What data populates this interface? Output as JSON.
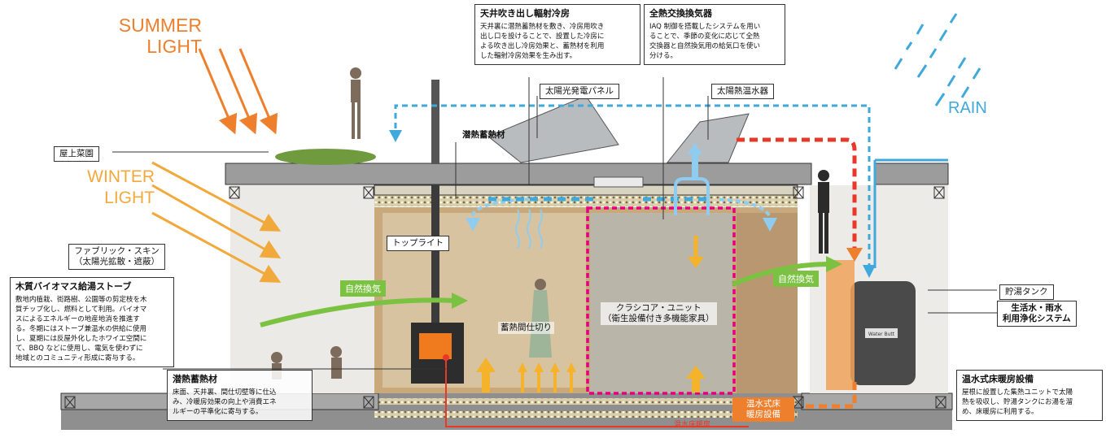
{
  "light": {
    "summer": "SUMMER\nLIGHT",
    "winter": "WINTER\nLIGHT",
    "rain": "RAIN",
    "summer_color": "#ee7f2d",
    "winter_color": "#f2a93b",
    "rain_color": "#3fa9dc"
  },
  "labels": {
    "rooftop_garden": "屋上菜園",
    "solar_panel": "太陽光発電パネル",
    "solar_water_heater": "太陽熱温水器",
    "latent_heat_top": "潜熱蓄熱材",
    "fabric_skin": "ファブリック・スキン\n（太陽光拡散・遮蔽）",
    "top_light": "トップライト",
    "storage_tank": "貯湯タンク",
    "water_system": "生活水・雨水\n利用浄化システム"
  },
  "callouts": {
    "ceiling_cooling": {
      "title": "天井吹き出し輻射冷房",
      "body": "天井裏に潜熱蓄熱材を敷き、冷房用吹き\n出し口を設けることで、設置した冷房に\nよる吹き出し冷房効果と、蓄熱材を利用\nした輻射冷房効果を生み出す。"
    },
    "heat_exchange": {
      "title": "全熱交換換気器",
      "body": "IAQ 制御を搭載したシステムを用い\nることで、季節の変化に応じて全熱\n交換器と自然換気用の給気口を使い\n分ける。"
    },
    "biomass_stove": {
      "title": "木質バイオマス給湯ストーブ",
      "body": "敷地内植栽、街路樹、公園等の剪定枝を木\n質チップ化し、燃料として利用。バイオマ\nスによるエネルギーの地産地消を推進す\nる。冬期にはストーブ兼温水の供給に使用\nし、夏期には反屋外化したホワイエ空間に\nて、BBQ などに使用し、電気を使わずに\n地域とのコミュニティ形成に寄与する。"
    },
    "latent_heat_bottom": {
      "title": "潜熱蓄熱材",
      "body": "床面、天井裏、間仕切壁等に仕込\nみ、冷暖房効果の向上や消費エネ\nルギーの平準化に寄与する。"
    },
    "floor_heating": {
      "title": "温水式床暖房設備",
      "body": "屋根に設置した集熱ユニットで太陽\n熱を吸収し、貯湯タンクにお湯を溜\nめ、床暖房に利用する。"
    }
  },
  "inner_labels": {
    "natural_vent_left": "自然換気",
    "natural_vent_right": "自然換気",
    "thermal_partition": "蓄熱間仕切り",
    "core_unit": "クラシコア・ユニット\n（衛生設備付き多機能家具）",
    "floor_heating_label": "温水式床\n暖房設備",
    "floor_heating_small": "温水床暖房"
  },
  "tank_label": "Water Butt",
  "colors": {
    "magenta": "#e4007f",
    "orange": "#ee7f2d",
    "sky": "#3fa9dc",
    "light_blue": "#8ecdf0",
    "red": "#e83828",
    "green": "#7cc242",
    "yellow": "#f4b32a"
  }
}
